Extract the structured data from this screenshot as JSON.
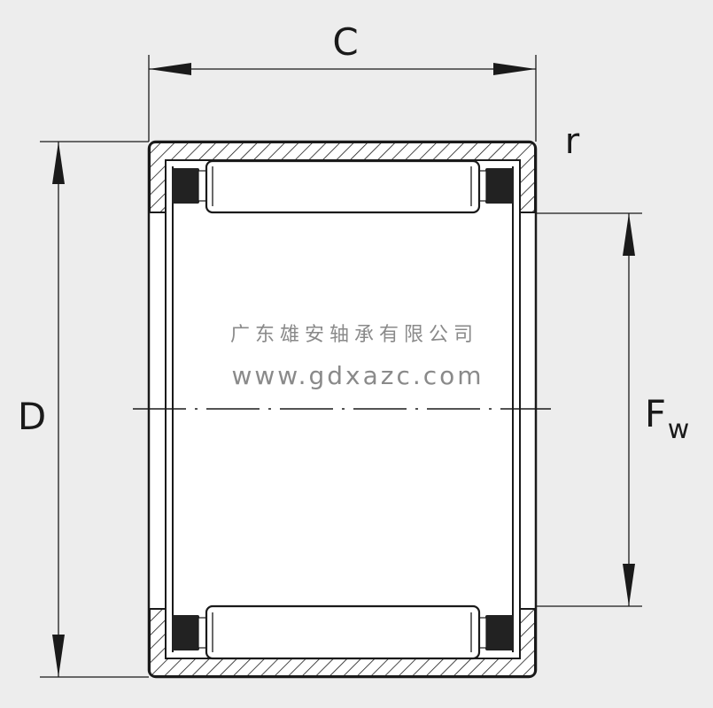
{
  "labels": {
    "C": "C",
    "D": "D",
    "F": "F",
    "w": "w",
    "r": "r"
  },
  "watermark": {
    "company": "广东雄安轴承有限公司",
    "website": "www.gdxazc.com"
  },
  "colors": {
    "background": "#ededed",
    "line": "#1a1a1a",
    "cage": "#222222",
    "watermark": "#8a8a8a"
  }
}
